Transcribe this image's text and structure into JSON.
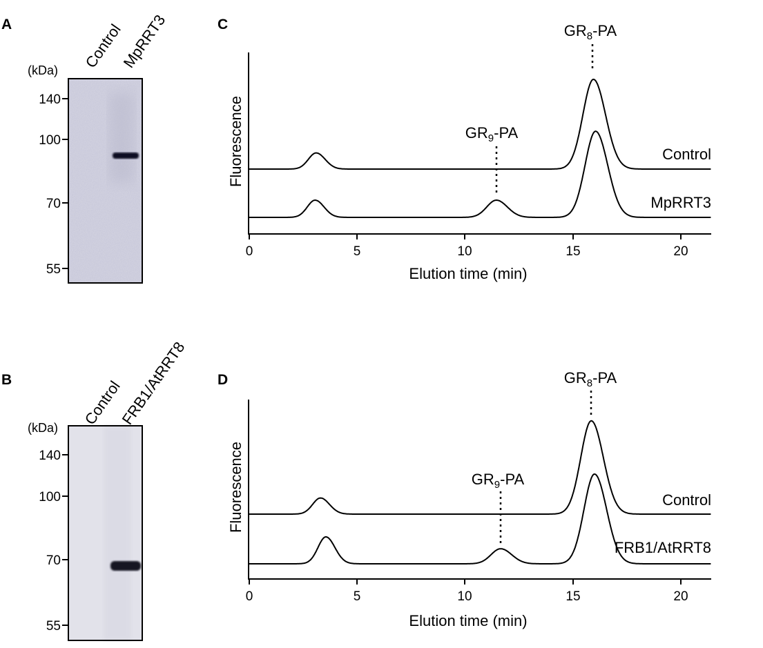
{
  "panels": {
    "A": {
      "letter": "A",
      "unit": "(kDa)",
      "lanes": [
        "Control",
        "MpRRT3"
      ],
      "markers": [
        140,
        100,
        70,
        55
      ]
    },
    "B": {
      "letter": "B",
      "unit": "(kDa)",
      "lanes": [
        "Control",
        "FRB1/AtRRT8"
      ],
      "markers": [
        140,
        100,
        70,
        55
      ]
    },
    "C": {
      "letter": "C",
      "ylabel": "Fluorescence",
      "xlabel": "Elution time (min)",
      "xticks": [
        0,
        5,
        10,
        15,
        20
      ],
      "peak_labels": {
        "gr8_main": "GR",
        "gr8_sub": "8",
        "gr8_tail": "-PA",
        "gr9_main": "GR",
        "gr9_sub": "9",
        "gr9_tail": "-PA"
      },
      "trace_labels": [
        "Control",
        "MpRRT3"
      ]
    },
    "D": {
      "letter": "D",
      "ylabel": "Fluorescence",
      "xlabel": "Elution time (min)",
      "xticks": [
        0,
        5,
        10,
        15,
        20
      ],
      "peak_labels": {
        "gr8_main": "GR",
        "gr8_sub": "8",
        "gr8_tail": "-PA",
        "gr9_main": "GR",
        "gr9_sub": "9",
        "gr9_tail": "-PA"
      },
      "trace_labels": [
        "Control",
        "FRB1/AtRRT8"
      ]
    }
  },
  "chart_data": [
    {
      "type": "line",
      "panel": "C",
      "xlabel": "Elution time (min)",
      "ylabel": "Fluorescence",
      "xlim": [
        0,
        21.3
      ],
      "series": [
        {
          "name": "Control",
          "peaks": [
            {
              "x": 3.1,
              "height": 0.45
            },
            {
              "x": 15.95,
              "height": 2.5
            }
          ]
        },
        {
          "name": "MpRRT3",
          "peaks": [
            {
              "x": 3.05,
              "height": 0.48
            },
            {
              "x": 11.45,
              "height": 0.48
            },
            {
              "x": 16.05,
              "height": 2.4
            }
          ]
        }
      ],
      "annotations": [
        {
          "text": "GR8-PA",
          "x": 15.95
        },
        {
          "text": "GR9-PA",
          "x": 11.45
        }
      ]
    },
    {
      "type": "line",
      "panel": "D",
      "xlabel": "Elution time (min)",
      "ylabel": "Fluorescence",
      "xlim": [
        0,
        21.3
      ],
      "series": [
        {
          "name": "Control",
          "peaks": [
            {
              "x": 3.3,
              "height": 0.45
            },
            {
              "x": 15.85,
              "height": 2.6
            }
          ]
        },
        {
          "name": "FRB1/AtRRT8",
          "peaks": [
            {
              "x": 3.55,
              "height": 0.75
            },
            {
              "x": 11.65,
              "height": 0.42
            },
            {
              "x": 16.0,
              "height": 2.5
            }
          ]
        }
      ],
      "annotations": [
        {
          "text": "GR8-PA",
          "x": 15.85
        },
        {
          "text": "GR9-PA",
          "x": 11.65
        }
      ]
    }
  ]
}
